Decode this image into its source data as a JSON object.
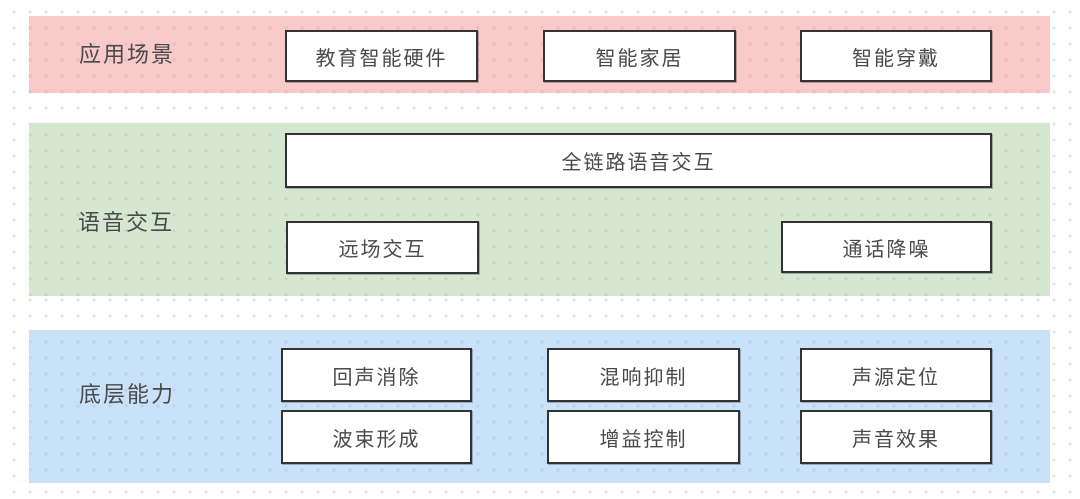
{
  "colors": {
    "page_bg": "#ffffff",
    "dot": "#e9e9e9",
    "band_applications_bg": "#f8caca",
    "band_voice_bg": "#d5e6d1",
    "band_core_bg": "#c9e2fa",
    "box_bg": "#ffffff",
    "box_border": "#333333",
    "text": "#4a4a4a"
  },
  "diagram": {
    "bands": [
      {
        "id": "application-scenarios",
        "label": "应用场景",
        "items": [
          "教育智能硬件",
          "智能家居",
          "智能穿戴"
        ]
      },
      {
        "id": "voice-interaction",
        "label": "语音交互",
        "items": [
          "全链路语音交互",
          "远场交互",
          "通话降噪"
        ]
      },
      {
        "id": "core-capabilities",
        "label": "底层能力",
        "items": [
          "回声消除",
          "混响抑制",
          "声源定位",
          "波束形成",
          "增益控制",
          "声音效果"
        ]
      }
    ]
  }
}
